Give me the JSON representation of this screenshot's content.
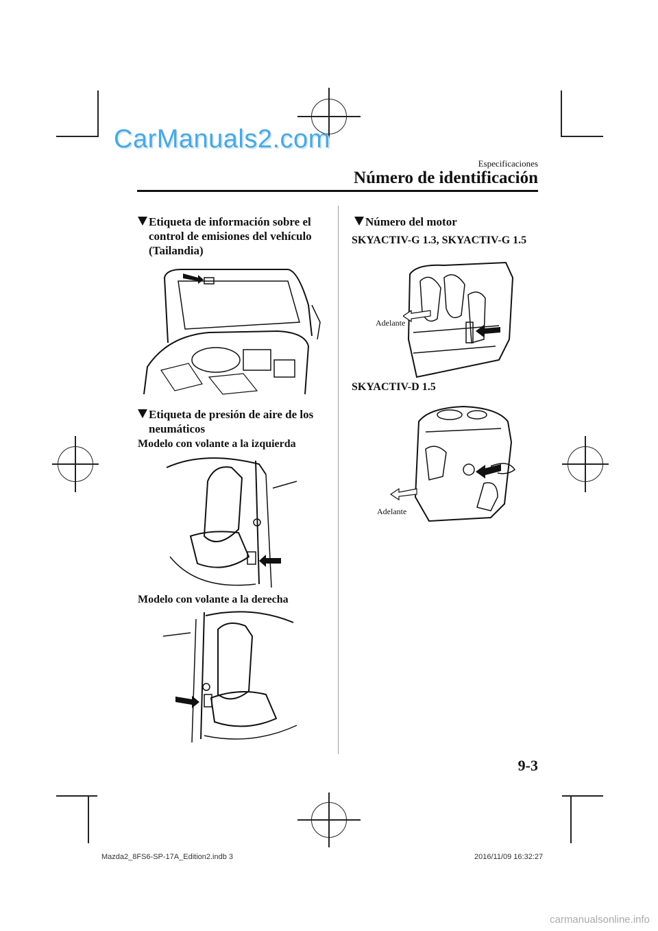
{
  "watermark": "CarManuals2.com",
  "header": {
    "section": "Especificaciones",
    "title": "Número de identificación"
  },
  "left": {
    "heading1": [
      "Etiqueta de información sobre el",
      "control de emisiones del vehículo",
      "(Tailandia)"
    ],
    "heading2": [
      "Etiqueta de presión de aire de los",
      "neumáticos"
    ],
    "lhd_label": "Modelo con volante a la izquierda",
    "rhd_label": "Modelo con volante a la derecha"
  },
  "right": {
    "heading": "Número del motor",
    "engine1_label": "SKYACTIV-G 1.3, SKYACTIV-G 1.5",
    "engine1_arrow": "Adelante",
    "engine2_label": "SKYACTIV-D 1.5",
    "engine2_arrow": "Adelante"
  },
  "page_number": "9-3",
  "footer": {
    "file": "Mazda2_8FS6-SP-17A_Edition2.indb   3",
    "timestamp": "2016/11/09   16:32:27"
  },
  "site": "carmanualsonline.info"
}
